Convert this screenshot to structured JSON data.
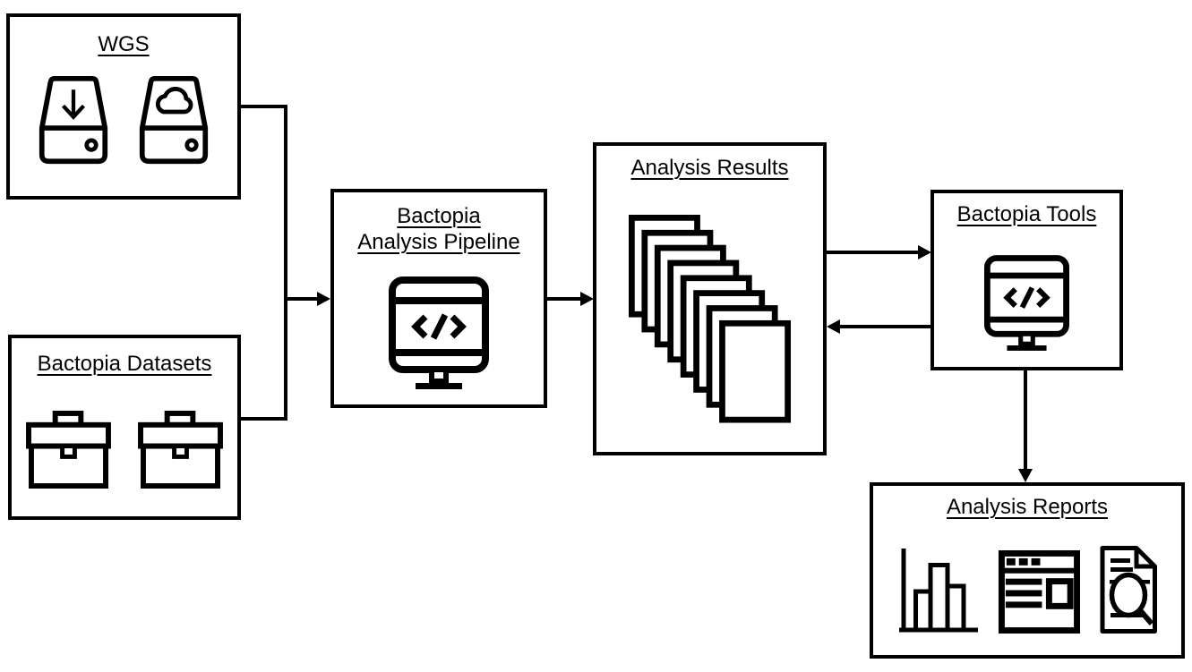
{
  "colors": {
    "background": "#ffffff",
    "stroke": "#000000"
  },
  "nodes": {
    "wgs": {
      "label": "WGS",
      "icons": [
        "download-drive-icon",
        "cloud-drive-icon"
      ]
    },
    "datasets": {
      "label": "Bactopia Datasets",
      "icons": [
        "toolbox-icon",
        "toolbox-icon"
      ]
    },
    "pipeline": {
      "label_line1": "Bactopia",
      "label_line2": "Analysis Pipeline",
      "icons": [
        "code-monitor-icon"
      ]
    },
    "results": {
      "label": "Analysis Results",
      "icons": [
        "document-stack-icon"
      ]
    },
    "tools": {
      "label": "Bactopia Tools",
      "icons": [
        "code-monitor-icon"
      ]
    },
    "reports": {
      "label": "Analysis Reports",
      "icons": [
        "bar-chart-icon",
        "browser-report-icon",
        "document-search-icon"
      ]
    }
  },
  "edges": [
    {
      "from": "wgs",
      "to": "pipeline",
      "style": "arrow"
    },
    {
      "from": "datasets",
      "to": "pipeline",
      "style": "arrow"
    },
    {
      "from": "pipeline",
      "to": "results",
      "style": "arrow"
    },
    {
      "from": "results",
      "to": "tools",
      "style": "arrow"
    },
    {
      "from": "tools",
      "to": "results",
      "style": "arrow"
    },
    {
      "from": "tools",
      "to": "reports",
      "style": "arrow"
    }
  ]
}
